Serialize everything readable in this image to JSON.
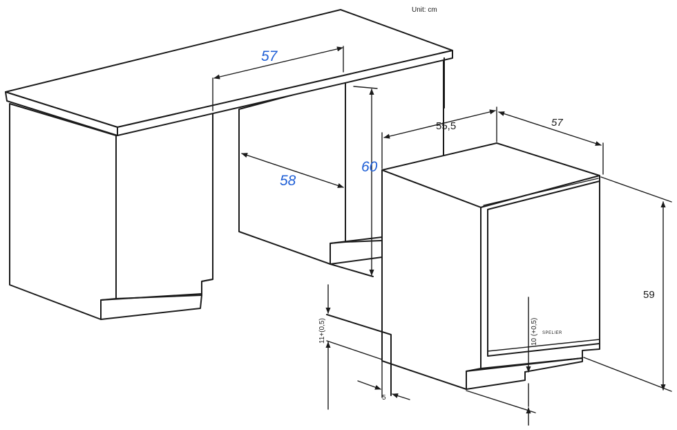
{
  "unit_label": "Unit: cm",
  "dimensions": {
    "niche_width": "57",
    "niche_depth": "58",
    "niche_height": "60",
    "appliance_depth": "55,5",
    "appliance_width": "57",
    "appliance_height": "59",
    "plinth_height": "11+(0,5)",
    "plinth_depth": "5",
    "door_gap": "10 (+0,5)"
  },
  "brand_label": "SPELIER",
  "colors": {
    "highlight_dimension": "#1f5fd6",
    "line": "#1a1a1a"
  }
}
